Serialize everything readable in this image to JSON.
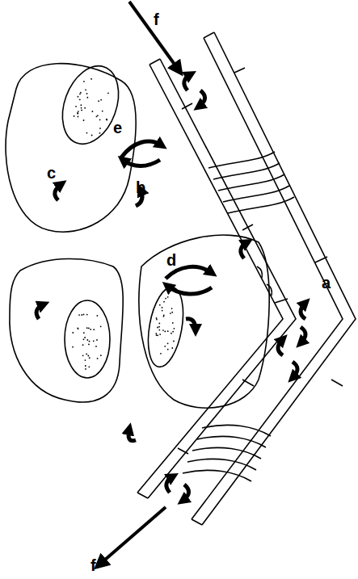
{
  "diagram": {
    "labels": [
      "f",
      "e",
      "c",
      "b",
      "d",
      "a",
      "f"
    ]
  }
}
